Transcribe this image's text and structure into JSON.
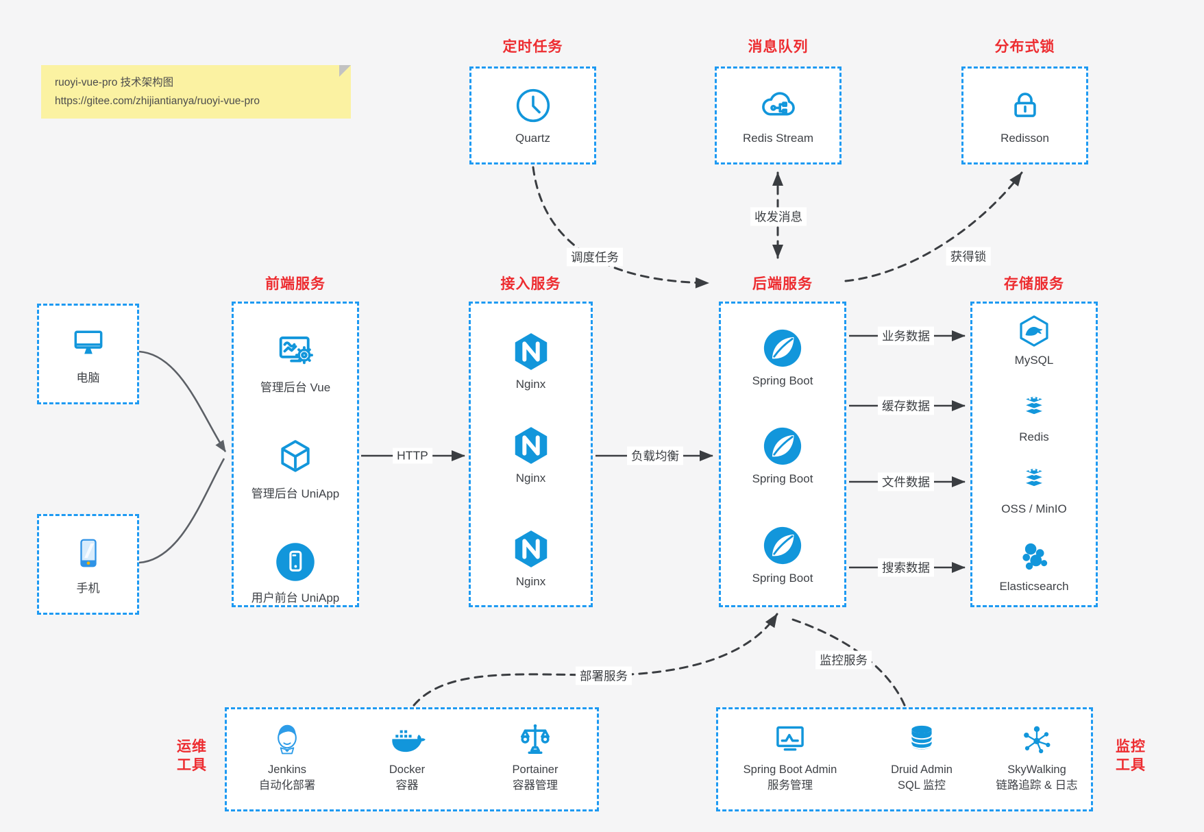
{
  "note": {
    "line1": "ruoyi-vue-pro 技术架构图",
    "line2": "https://gitee.com/zhijiantianya/ruoyi-vue-pro"
  },
  "scheduled": {
    "title": "定时任务",
    "item": {
      "label": "Quartz",
      "icon": "clock-icon"
    }
  },
  "mq": {
    "title": "消息队列",
    "item": {
      "label": "Redis Stream",
      "icon": "cloud-share-icon"
    }
  },
  "dlock": {
    "title": "分布式锁",
    "item": {
      "label": "Redisson",
      "icon": "lock-icon"
    }
  },
  "clients": {
    "pc": {
      "label": "电脑",
      "icon": "desktop-icon"
    },
    "mobile": {
      "label": "手机",
      "icon": "smartphone-icon"
    }
  },
  "frontend": {
    "title": "前端服务",
    "items": [
      {
        "label": "管理后台 Vue",
        "icon": "admin-vue-icon"
      },
      {
        "label": "管理后台 UniApp",
        "icon": "uniapp-cube-icon"
      },
      {
        "label": "用户前台 UniApp",
        "icon": "user-app-icon"
      }
    ]
  },
  "gateway": {
    "title": "接入服务",
    "items": [
      {
        "label": "Nginx",
        "icon": "nginx-icon"
      },
      {
        "label": "Nginx",
        "icon": "nginx-icon"
      },
      {
        "label": "Nginx",
        "icon": "nginx-icon"
      }
    ]
  },
  "backend": {
    "title": "后端服务",
    "items": [
      {
        "label": "Spring Boot",
        "icon": "spring-icon"
      },
      {
        "label": "Spring Boot",
        "icon": "spring-icon"
      },
      {
        "label": "Spring Boot",
        "icon": "spring-icon"
      }
    ]
  },
  "storage": {
    "title": "存储服务",
    "items": [
      {
        "label": "MySQL",
        "icon": "mysql-icon"
      },
      {
        "label": "Redis",
        "icon": "redis-icon"
      },
      {
        "label": "OSS / MinIO",
        "icon": "oss-minio-icon"
      },
      {
        "label": "Elasticsearch",
        "icon": "elasticsearch-icon"
      }
    ]
  },
  "ops": {
    "label_line1": "运维",
    "label_line2": "工具",
    "items": [
      {
        "name": "Jenkins",
        "desc": "自动化部署",
        "icon": "jenkins-icon"
      },
      {
        "name": "Docker",
        "desc": "容器",
        "icon": "docker-icon"
      },
      {
        "name": "Portainer",
        "desc": "容器管理",
        "icon": "portainer-icon"
      }
    ]
  },
  "monitoring": {
    "label_line1": "监控",
    "label_line2": "工具",
    "items": [
      {
        "name": "Spring Boot Admin",
        "desc": "服务管理",
        "icon": "monitor-chart-icon"
      },
      {
        "name": "Druid Admin",
        "desc": "SQL 监控",
        "icon": "database-icon"
      },
      {
        "name": "SkyWalking",
        "desc": "链路追踪 & 日志",
        "icon": "node-graph-icon"
      }
    ]
  },
  "edges": {
    "http": "HTTP",
    "load_balance": "负载均衡",
    "schedule": "调度任务",
    "message": "收发消息",
    "acquire_lock": "获得锁",
    "business_data": "业务数据",
    "cache_data": "缓存数据",
    "file_data": "文件数据",
    "search_data": "搜索数据",
    "deploy": "部署服务",
    "monitor": "监控服务"
  },
  "colors": {
    "accent_blue": "#1296db",
    "border_blue": "#1e9af2",
    "title_red": "#ed2c30",
    "arrow_dark": "#3a3d41",
    "note_bg": "#fbf2a2"
  }
}
